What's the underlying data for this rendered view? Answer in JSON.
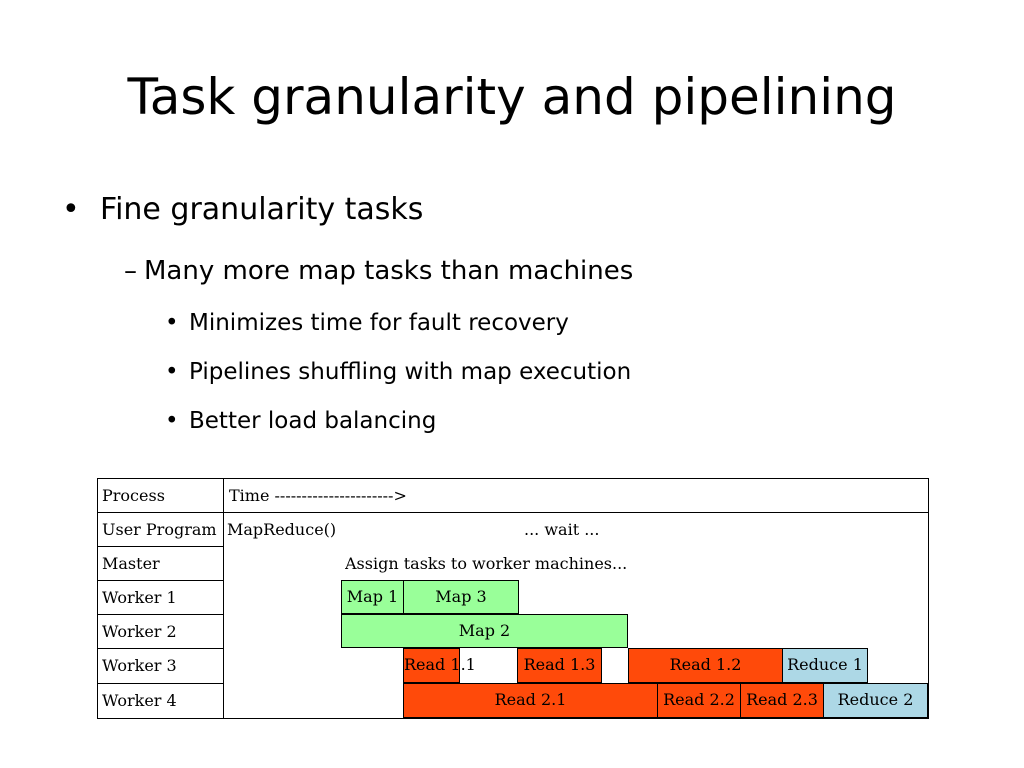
{
  "slide": {
    "title": "Task granularity and pipelining",
    "bullets": {
      "level1": "Fine granularity tasks",
      "level2": "Many more map tasks than machines",
      "level3": [
        "Minimizes time for fault recovery",
        "Pipelines shuffling with map execution",
        "Better load balancing"
      ]
    },
    "markers": {
      "level1": "•",
      "level2": "–",
      "level3": "•"
    }
  },
  "table": {
    "header": {
      "process": "Process",
      "time": "Time ---------------------->"
    },
    "rows": [
      "User Program",
      "Master",
      "Worker 1",
      "Worker 2",
      "Worker 3",
      "Worker 4"
    ],
    "user_program_start": "MapReduce()",
    "user_program_wait": "... wait ...",
    "master_text": "Assign tasks to worker machines...",
    "blocks": {
      "map1": "Map 1",
      "map3": "Map 3",
      "map2": "Map 2",
      "read11": "Read 1.1",
      "read13": "Read 1.3",
      "read12": "Read 1.2",
      "reduce1": "Reduce 1",
      "read21": "Read 2.1",
      "read22": "Read 2.2",
      "read23": "Read 2.3",
      "reduce2": "Reduce 2"
    },
    "colors": {
      "map": "#99ff99",
      "read": "#ff4a0a",
      "reduce": "#add8e6"
    }
  }
}
